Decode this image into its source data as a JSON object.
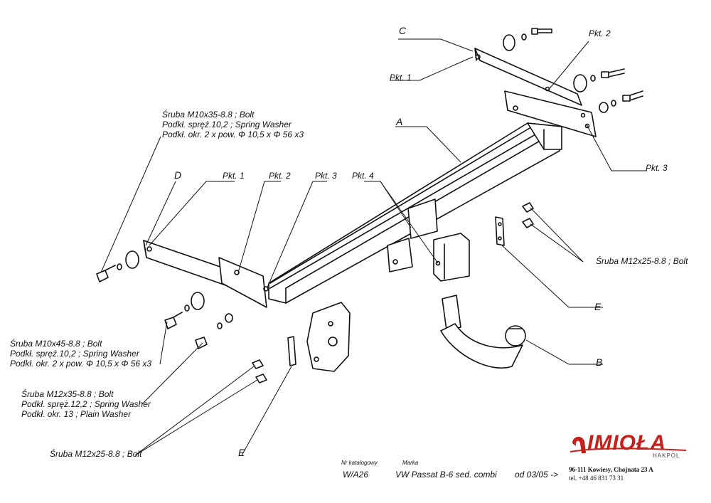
{
  "labels": {
    "C": "C",
    "A": "A",
    "B": "B",
    "D": "D",
    "E_right": "E",
    "E_left": "E",
    "pkt1_top": "Pkt. 1",
    "pkt2_top": "Pkt. 2",
    "pkt3_right": "Pkt. 3",
    "pkt1_left": "Pkt. 1",
    "pkt2_left": "Pkt. 2",
    "pkt3_left": "Pkt. 3",
    "pkt4_left": "Pkt. 4"
  },
  "bolt_notes": {
    "m10x35": [
      "Śruba M10x35-8.8 ;  Bolt",
      "Podkł. spręż.10,2 ; Spring Washer",
      "Podkł. okr. 2 x pow. Φ 10,5 x Φ 56 x3"
    ],
    "m10x45": [
      "Śruba M10x45-8.8 ;  Bolt",
      "Podkł. spręż.10,2 ; Spring Washer",
      "Podkł. okr. 2 x pow. Φ 10,5 x Φ 56 x3"
    ],
    "m12x35": [
      "Śruba M12x35-8.8 ;  Bolt",
      "Podkł. spręż.12,2 ; Spring Washer",
      "Podkł. okr. 13 ; Plain Washer"
    ],
    "m12x25_right": "Śruba M12x25-8.8 ;  Bolt",
    "m12x25_left": "Śruba M12x25-8.8 ;  Bolt"
  },
  "footer": {
    "catalog_label": "Nr katalogowy",
    "catalog_value": "W/A26",
    "brand_label": "Marka",
    "brand_value": "VW Passat B-6 sed. combi",
    "date_value": "od 03/05 ->"
  },
  "company": {
    "logo": "IMIOŁA",
    "sub": "HAKPOL",
    "address": "96-111 Kowiesy, Chojnata 23 A",
    "phone": "tel. +48 46 831 73 31",
    "brand_color": "#c41f1a"
  }
}
